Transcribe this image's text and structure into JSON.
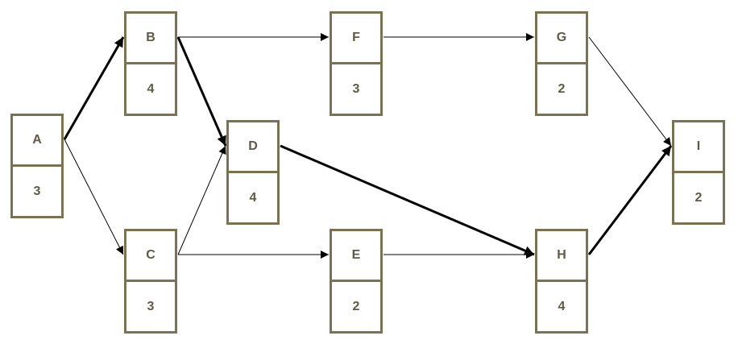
{
  "diagram": {
    "type": "activity-on-node network",
    "colors": {
      "node_border": "#7a7250",
      "text": "#5e5a45",
      "edge": "#000000"
    },
    "nodes": [
      {
        "id": "A",
        "label": "A",
        "duration": "3"
      },
      {
        "id": "B",
        "label": "B",
        "duration": "4"
      },
      {
        "id": "C",
        "label": "C",
        "duration": "3"
      },
      {
        "id": "D",
        "label": "D",
        "duration": "4"
      },
      {
        "id": "E",
        "label": "E",
        "duration": "2"
      },
      {
        "id": "F",
        "label": "F",
        "duration": "3"
      },
      {
        "id": "G",
        "label": "G",
        "duration": "2"
      },
      {
        "id": "H",
        "label": "H",
        "duration": "4"
      },
      {
        "id": "I",
        "label": "I",
        "duration": "2"
      }
    ],
    "edges": [
      {
        "from": "A",
        "to": "B",
        "critical": true
      },
      {
        "from": "A",
        "to": "C",
        "critical": false
      },
      {
        "from": "B",
        "to": "D",
        "critical": true
      },
      {
        "from": "B",
        "to": "F",
        "critical": false
      },
      {
        "from": "C",
        "to": "D",
        "critical": false
      },
      {
        "from": "C",
        "to": "E",
        "critical": false
      },
      {
        "from": "D",
        "to": "H",
        "critical": true
      },
      {
        "from": "E",
        "to": "H",
        "critical": false
      },
      {
        "from": "F",
        "to": "G",
        "critical": false
      },
      {
        "from": "G",
        "to": "I",
        "critical": false
      },
      {
        "from": "H",
        "to": "I",
        "critical": true
      }
    ]
  }
}
